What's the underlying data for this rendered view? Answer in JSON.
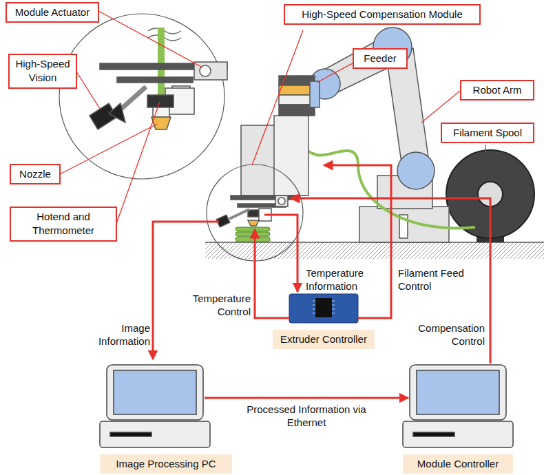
{
  "diagram": {
    "nodes": [
      {
        "text": [
          "Module Actuator"
        ]
      },
      {
        "text": [
          "High-Speed Compensation Module"
        ]
      },
      {
        "text": [
          "Feeder"
        ]
      },
      {
        "text": [
          "High-Speed Vision"
        ]
      },
      {
        "text": [
          "Robot Arm"
        ]
      },
      {
        "text": [
          "Filament Spool"
        ]
      },
      {
        "text": [
          "Nozzle"
        ]
      },
      {
        "text": [
          "Hotend and Thermometer"
        ]
      },
      {
        "text": [
          "Extruder Controller"
        ]
      },
      {
        "text": [
          "Image Processing PC"
        ]
      },
      {
        "text": [
          "Module Controller"
        ]
      }
    ],
    "edges": [
      {
        "from": 9,
        "to": 10,
        "arrow": "to",
        "label": "Processed Information via Ethernet"
      }
    ],
    "labels": [
      "Image Information",
      "Temperature Control",
      "Temperature Information",
      "Filament Feed Control",
      "Compensation Control"
    ]
  }
}
